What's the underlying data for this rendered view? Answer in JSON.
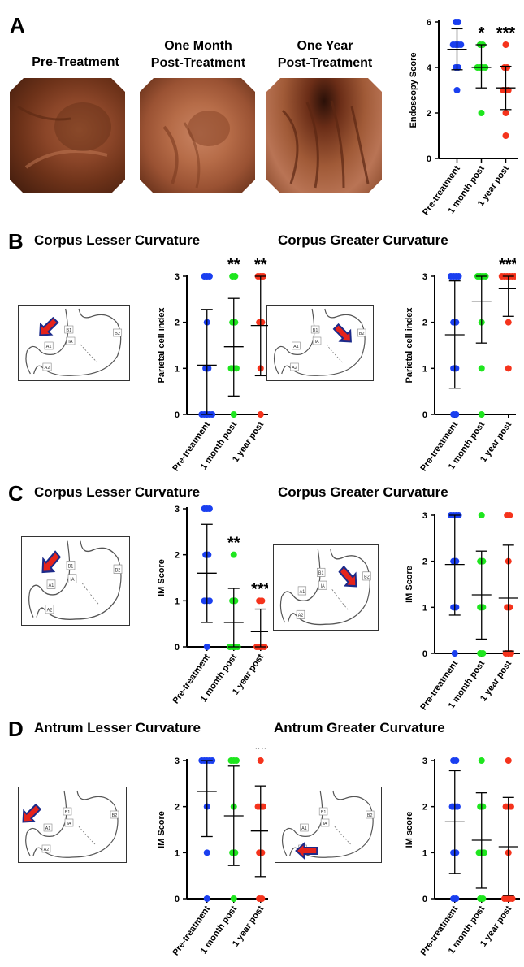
{
  "panels": {
    "A": {
      "letter": "A",
      "captions": [
        "Pre-Treatment",
        "One Month\nPost-Treatment",
        "One Year\nPost-Treatment"
      ]
    },
    "B": {
      "letter": "B",
      "left_title": "Corpus Lesser Curvature",
      "right_title": "Corpus Greater Curvature"
    },
    "C": {
      "letter": "C",
      "left_title": "Corpus Lesser Curvature",
      "right_title": "Corpus Greater Curvature"
    },
    "D": {
      "letter": "D",
      "left_title": "Antrum Lesser Curvature",
      "right_title": "Antrum Greater Curvature"
    }
  },
  "diagram_labels": [
    "B1",
    "IA",
    "A1",
    "A2",
    "B2"
  ],
  "colors": {
    "pre": "#1a3ff0",
    "month": "#1ee61e",
    "year": "#f5331c"
  },
  "chart_data": [
    {
      "id": "A",
      "type": "scatter",
      "ylabel": "Endoscopy Score",
      "ylim": [
        0,
        6
      ],
      "yticks": [
        0,
        2,
        4,
        6
      ],
      "categories": [
        "Pre-treatment",
        "1 month post",
        "1 year post"
      ],
      "series": [
        {
          "points": [
            6,
            6,
            5,
            5,
            5,
            5,
            4,
            4,
            3
          ],
          "mean": 4.8,
          "sd_low": 3.9,
          "sd_high": 5.7,
          "sig": ""
        },
        {
          "points": [
            5,
            5,
            4,
            4,
            4,
            4,
            2
          ],
          "mean": 4.0,
          "sd_low": 3.1,
          "sd_high": 5.0,
          "sig": "*"
        },
        {
          "points": [
            5,
            4,
            4,
            3,
            3,
            3,
            2,
            1
          ],
          "mean": 3.1,
          "sd_low": 2.15,
          "sd_high": 4.05,
          "sig": "***"
        }
      ]
    },
    {
      "id": "B-left",
      "type": "scatter",
      "ylabel": "Parietal cell index",
      "ylim": [
        0,
        3
      ],
      "yticks": [
        0,
        1,
        2,
        3
      ],
      "categories": [
        "Pre-treatment",
        "1 month post",
        "1 year post"
      ],
      "series": [
        {
          "points": [
            3,
            3,
            3,
            2,
            1,
            1,
            0,
            0,
            0,
            0,
            0
          ],
          "mean": 1.07,
          "sd_low": 0,
          "sd_high": 2.28,
          "sig": ""
        },
        {
          "points": [
            3,
            3,
            2,
            2,
            1,
            1,
            1,
            0
          ],
          "mean": 1.47,
          "sd_low": 0.4,
          "sd_high": 2.52,
          "sig": "**"
        },
        {
          "points": [
            3,
            3,
            3,
            2,
            2,
            1,
            0
          ],
          "mean": 1.93,
          "sd_low": 0.84,
          "sd_high": 3.0,
          "sig": "**"
        }
      ]
    },
    {
      "id": "B-right",
      "type": "scatter",
      "ylabel": "Parietal cell index",
      "ylim": [
        0,
        3
      ],
      "yticks": [
        0,
        1,
        2,
        3
      ],
      "categories": [
        "Pre-treatment",
        "1 month post",
        "1 year post"
      ],
      "series": [
        {
          "points": [
            3,
            3,
            3,
            3,
            2,
            2,
            1,
            1,
            0,
            0
          ],
          "mean": 1.73,
          "sd_low": 0.57,
          "sd_high": 2.9,
          "sig": ""
        },
        {
          "points": [
            3,
            3,
            3,
            3,
            2,
            1,
            0
          ],
          "mean": 2.46,
          "sd_low": 1.55,
          "sd_high": 3.0,
          "sig": ""
        },
        {
          "points": [
            3,
            3,
            3,
            3,
            3,
            3,
            2,
            1
          ],
          "mean": 2.73,
          "sd_low": 2.13,
          "sd_high": 3.0,
          "sig": "***"
        }
      ]
    },
    {
      "id": "C-left",
      "type": "scatter",
      "ylabel": "IM Score",
      "ylim": [
        0,
        3
      ],
      "yticks": [
        0,
        1,
        2,
        3
      ],
      "categories": [
        "Pre-treatment",
        "1 month post",
        "1 year post"
      ],
      "series": [
        {
          "points": [
            3,
            3,
            3,
            2,
            2,
            1,
            1,
            1,
            0
          ],
          "mean": 1.6,
          "sd_low": 0.53,
          "sd_high": 2.66,
          "sig": ""
        },
        {
          "points": [
            2,
            1,
            1,
            0,
            0,
            0,
            0
          ],
          "mean": 0.53,
          "sd_low": 0,
          "sd_high": 1.27,
          "sig": "**"
        },
        {
          "points": [
            1,
            1,
            0,
            0,
            0,
            0
          ],
          "mean": 0.33,
          "sd_low": 0,
          "sd_high": 0.82,
          "sig": "***"
        }
      ]
    },
    {
      "id": "C-right",
      "type": "scatter",
      "ylabel": "IM Score",
      "ylim": [
        0,
        3
      ],
      "yticks": [
        0,
        1,
        2,
        3
      ],
      "categories": [
        "Pre-treatment",
        "1 month post",
        "1 year post"
      ],
      "series": [
        {
          "points": [
            3,
            3,
            3,
            3,
            2,
            2,
            1,
            1,
            0
          ],
          "mean": 1.93,
          "sd_low": 0.83,
          "sd_high": 3.0,
          "sig": ""
        },
        {
          "points": [
            3,
            2,
            2,
            1,
            1,
            0,
            0
          ],
          "mean": 1.27,
          "sd_low": 0.31,
          "sd_high": 2.22,
          "sig": ""
        },
        {
          "points": [
            3,
            3,
            2,
            1,
            1,
            0,
            0,
            0
          ],
          "mean": 1.2,
          "sd_low": 0.05,
          "sd_high": 2.35,
          "sig": ""
        }
      ]
    },
    {
      "id": "D-left",
      "type": "scatter",
      "ylabel": "IM Score",
      "ylim": [
        0,
        3
      ],
      "yticks": [
        0,
        1,
        2,
        3
      ],
      "categories": [
        "Pre-treatment",
        "1 month post",
        "1 year post"
      ],
      "series": [
        {
          "points": [
            3,
            3,
            3,
            3,
            3,
            2,
            1,
            0
          ],
          "mean": 2.33,
          "sd_low": 1.35,
          "sd_high": 3.0,
          "sig": ""
        },
        {
          "points": [
            3,
            3,
            3,
            2,
            1,
            1,
            0
          ],
          "mean": 1.8,
          "sd_low": 0.72,
          "sd_high": 2.88,
          "sig": ""
        },
        {
          "points": [
            3,
            2,
            2,
            2,
            1,
            1,
            0,
            0
          ],
          "mean": 1.47,
          "sd_low": 0.48,
          "sd_high": 2.45,
          "sig": "**"
        }
      ]
    },
    {
      "id": "D-right",
      "type": "scatter",
      "ylabel": "IM score",
      "ylim": [
        0,
        3
      ],
      "yticks": [
        0,
        1,
        2,
        3
      ],
      "categories": [
        "Pre-treatment",
        "1 month post",
        "1 year post"
      ],
      "series": [
        {
          "points": [
            3,
            3,
            2,
            2,
            2,
            1,
            1,
            0,
            0
          ],
          "mean": 1.67,
          "sd_low": 0.55,
          "sd_high": 2.78,
          "sig": ""
        },
        {
          "points": [
            3,
            2,
            2,
            1,
            1,
            1,
            0,
            0
          ],
          "mean": 1.27,
          "sd_low": 0.23,
          "sd_high": 2.3,
          "sig": ""
        },
        {
          "points": [
            3,
            2,
            2,
            2,
            1,
            0,
            0,
            0,
            0
          ],
          "mean": 1.13,
          "sd_low": 0.07,
          "sd_high": 2.2,
          "sig": ""
        }
      ]
    }
  ]
}
